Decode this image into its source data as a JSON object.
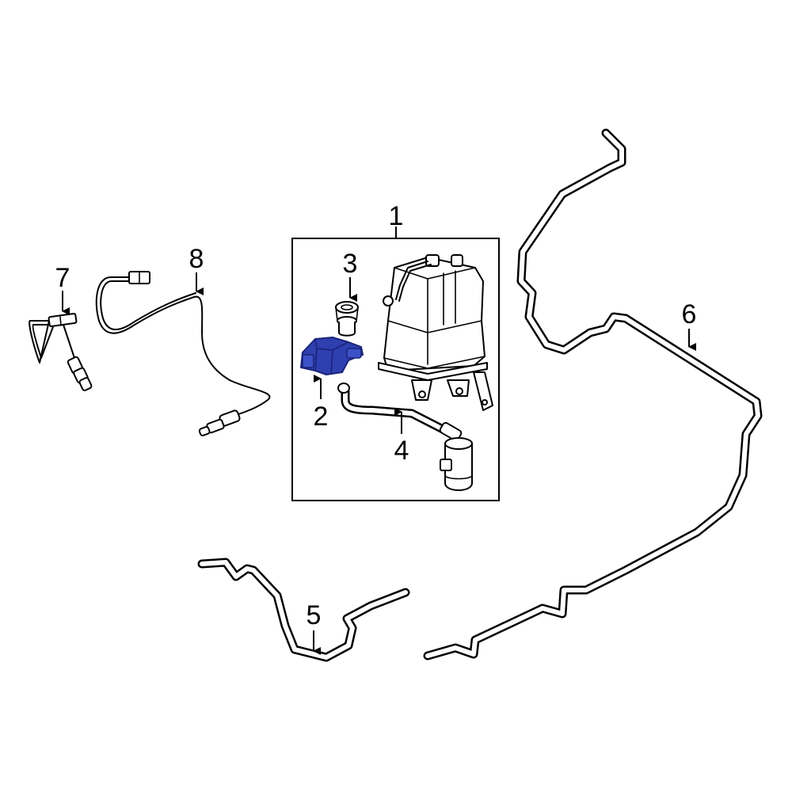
{
  "callouts": {
    "c1": "1",
    "c2": "2",
    "c3": "3",
    "c4": "4",
    "c5": "5",
    "c6": "6",
    "c7": "7",
    "c8": "8"
  },
  "colors": {
    "highlight_part": "#2e3fb0",
    "line": "#000000",
    "background": "#ffffff"
  }
}
